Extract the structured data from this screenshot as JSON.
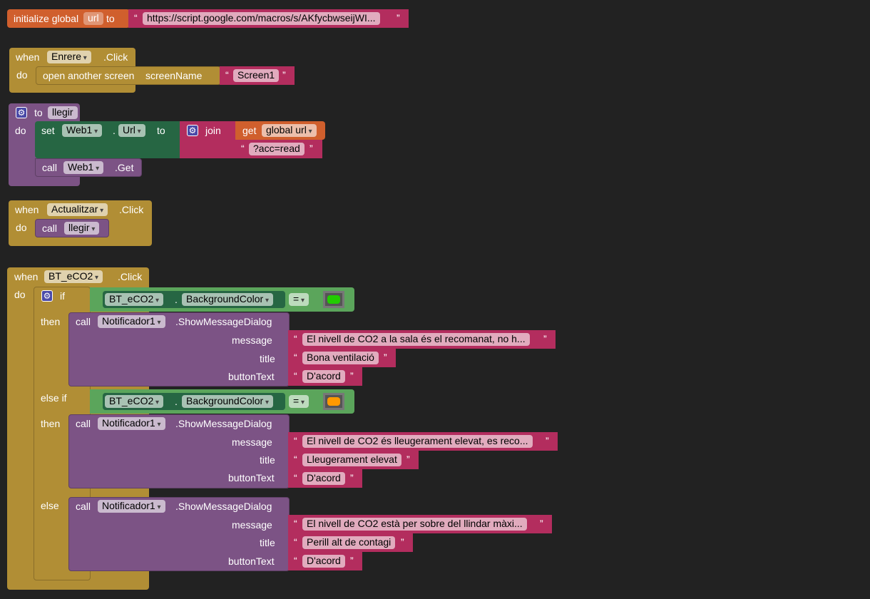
{
  "global": {
    "kw_initialize": "initialize global",
    "var_name": "url",
    "kw_to": "to",
    "value": "https://script.google.com/macros/s/AKfycbwseijWI..."
  },
  "enrere": {
    "kw_when": "when",
    "component": "Enrere",
    "event": ".Click",
    "kw_do": "do",
    "action": "open another screen",
    "param": "screenName",
    "screen": "Screen1"
  },
  "llegir": {
    "kw_to": "to",
    "name": "llegir",
    "kw_do": "do",
    "kw_set": "set",
    "component": "Web1",
    "dot": ".",
    "property": "Url",
    "kw_to2": "to",
    "kw_join": "join",
    "kw_get": "get",
    "var": "global url",
    "suffix": "?acc=read",
    "kw_call": "call",
    "call_component": "Web1",
    "method": ".Get"
  },
  "actualitzar": {
    "kw_when": "when",
    "component": "Actualitzar",
    "event": ".Click",
    "kw_do": "do",
    "kw_call": "call",
    "proc": "llegir"
  },
  "bt": {
    "kw_when": "when",
    "component": "BT_eCO2",
    "event": ".Click",
    "kw_do": "do",
    "kw_if": "if",
    "kw_then": "then",
    "kw_elseif": "else if",
    "kw_else": "else",
    "kw_call": "call",
    "notifier": "Notificador1",
    "method": ".ShowMessageDialog",
    "label_message": "message",
    "label_title": "title",
    "label_button": "buttonText",
    "cond_component": "BT_eCO2",
    "cond_dot": ".",
    "cond_property": "BackgroundColor",
    "cond_op": "=",
    "color1": "#22cc00",
    "color2": "#ff9900",
    "msg1": "El nivell de CO2 a la sala és el recomanat, no h...",
    "title1": "Bona ventilació",
    "btn1": "D'acord",
    "msg2": "El nivell de CO2 és lleugerament elevat, es reco...",
    "title2": "Lleugerament elevat",
    "btn2": "D'acord",
    "msg3": "El nivell de CO2 està per sobre del llindar màxi...",
    "title3": "Perill alt de contagi",
    "btn3": "D'acord"
  }
}
